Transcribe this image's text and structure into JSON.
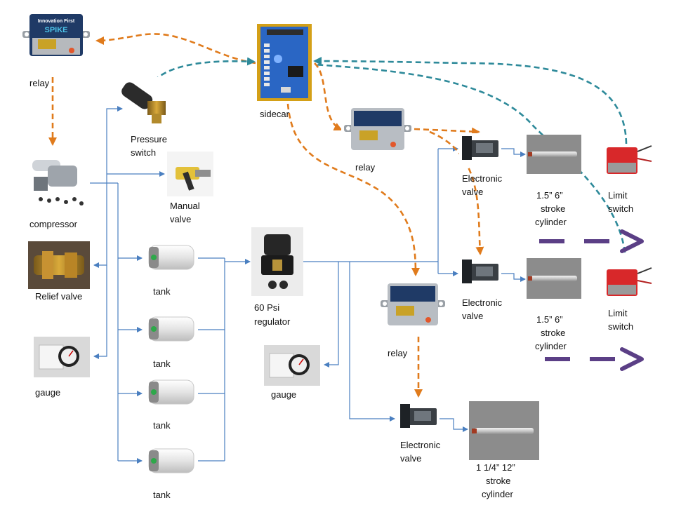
{
  "labels": {
    "relay_top": "relay",
    "sidecar": "sidecar",
    "pressure_switch": [
      "Pressure",
      "switch"
    ],
    "compressor": "compressor",
    "manual_valve": [
      "Manual",
      "valve"
    ],
    "relief_valve": "Relief valve",
    "gauge_left": "gauge",
    "tank1": "tank",
    "tank2": "tank",
    "tank3": "tank",
    "tank4": "tank",
    "regulator": [
      "60  Psi",
      "regulator"
    ],
    "gauge_mid": "gauge",
    "relay_mid": "relay",
    "relay_low": "relay",
    "valve_top": [
      "Electronic",
      "valve"
    ],
    "valve_mid": [
      "Electronic",
      "valve"
    ],
    "valve_low": [
      "Electronic",
      "valve"
    ],
    "cyl_top": [
      "1.5” 6”",
      "stroke",
      "cylinder"
    ],
    "cyl_mid": [
      "1.5” 6”",
      "stroke",
      "cylinder"
    ],
    "cyl_low": [
      "1 1/4” 12”",
      "stroke",
      "cylinder"
    ],
    "limit_top": [
      "Limit",
      "switch"
    ],
    "limit_mid": [
      "Limit",
      "switch"
    ]
  },
  "module_text": {
    "brand": "Innovation First",
    "product": "SPIKE"
  },
  "colors": {
    "pneumatic_line": "#4a7fc0",
    "control_wire": "#e07b1c",
    "feedback_wire": "#2e8a9a",
    "motion_arrow": "#5b3f86"
  }
}
